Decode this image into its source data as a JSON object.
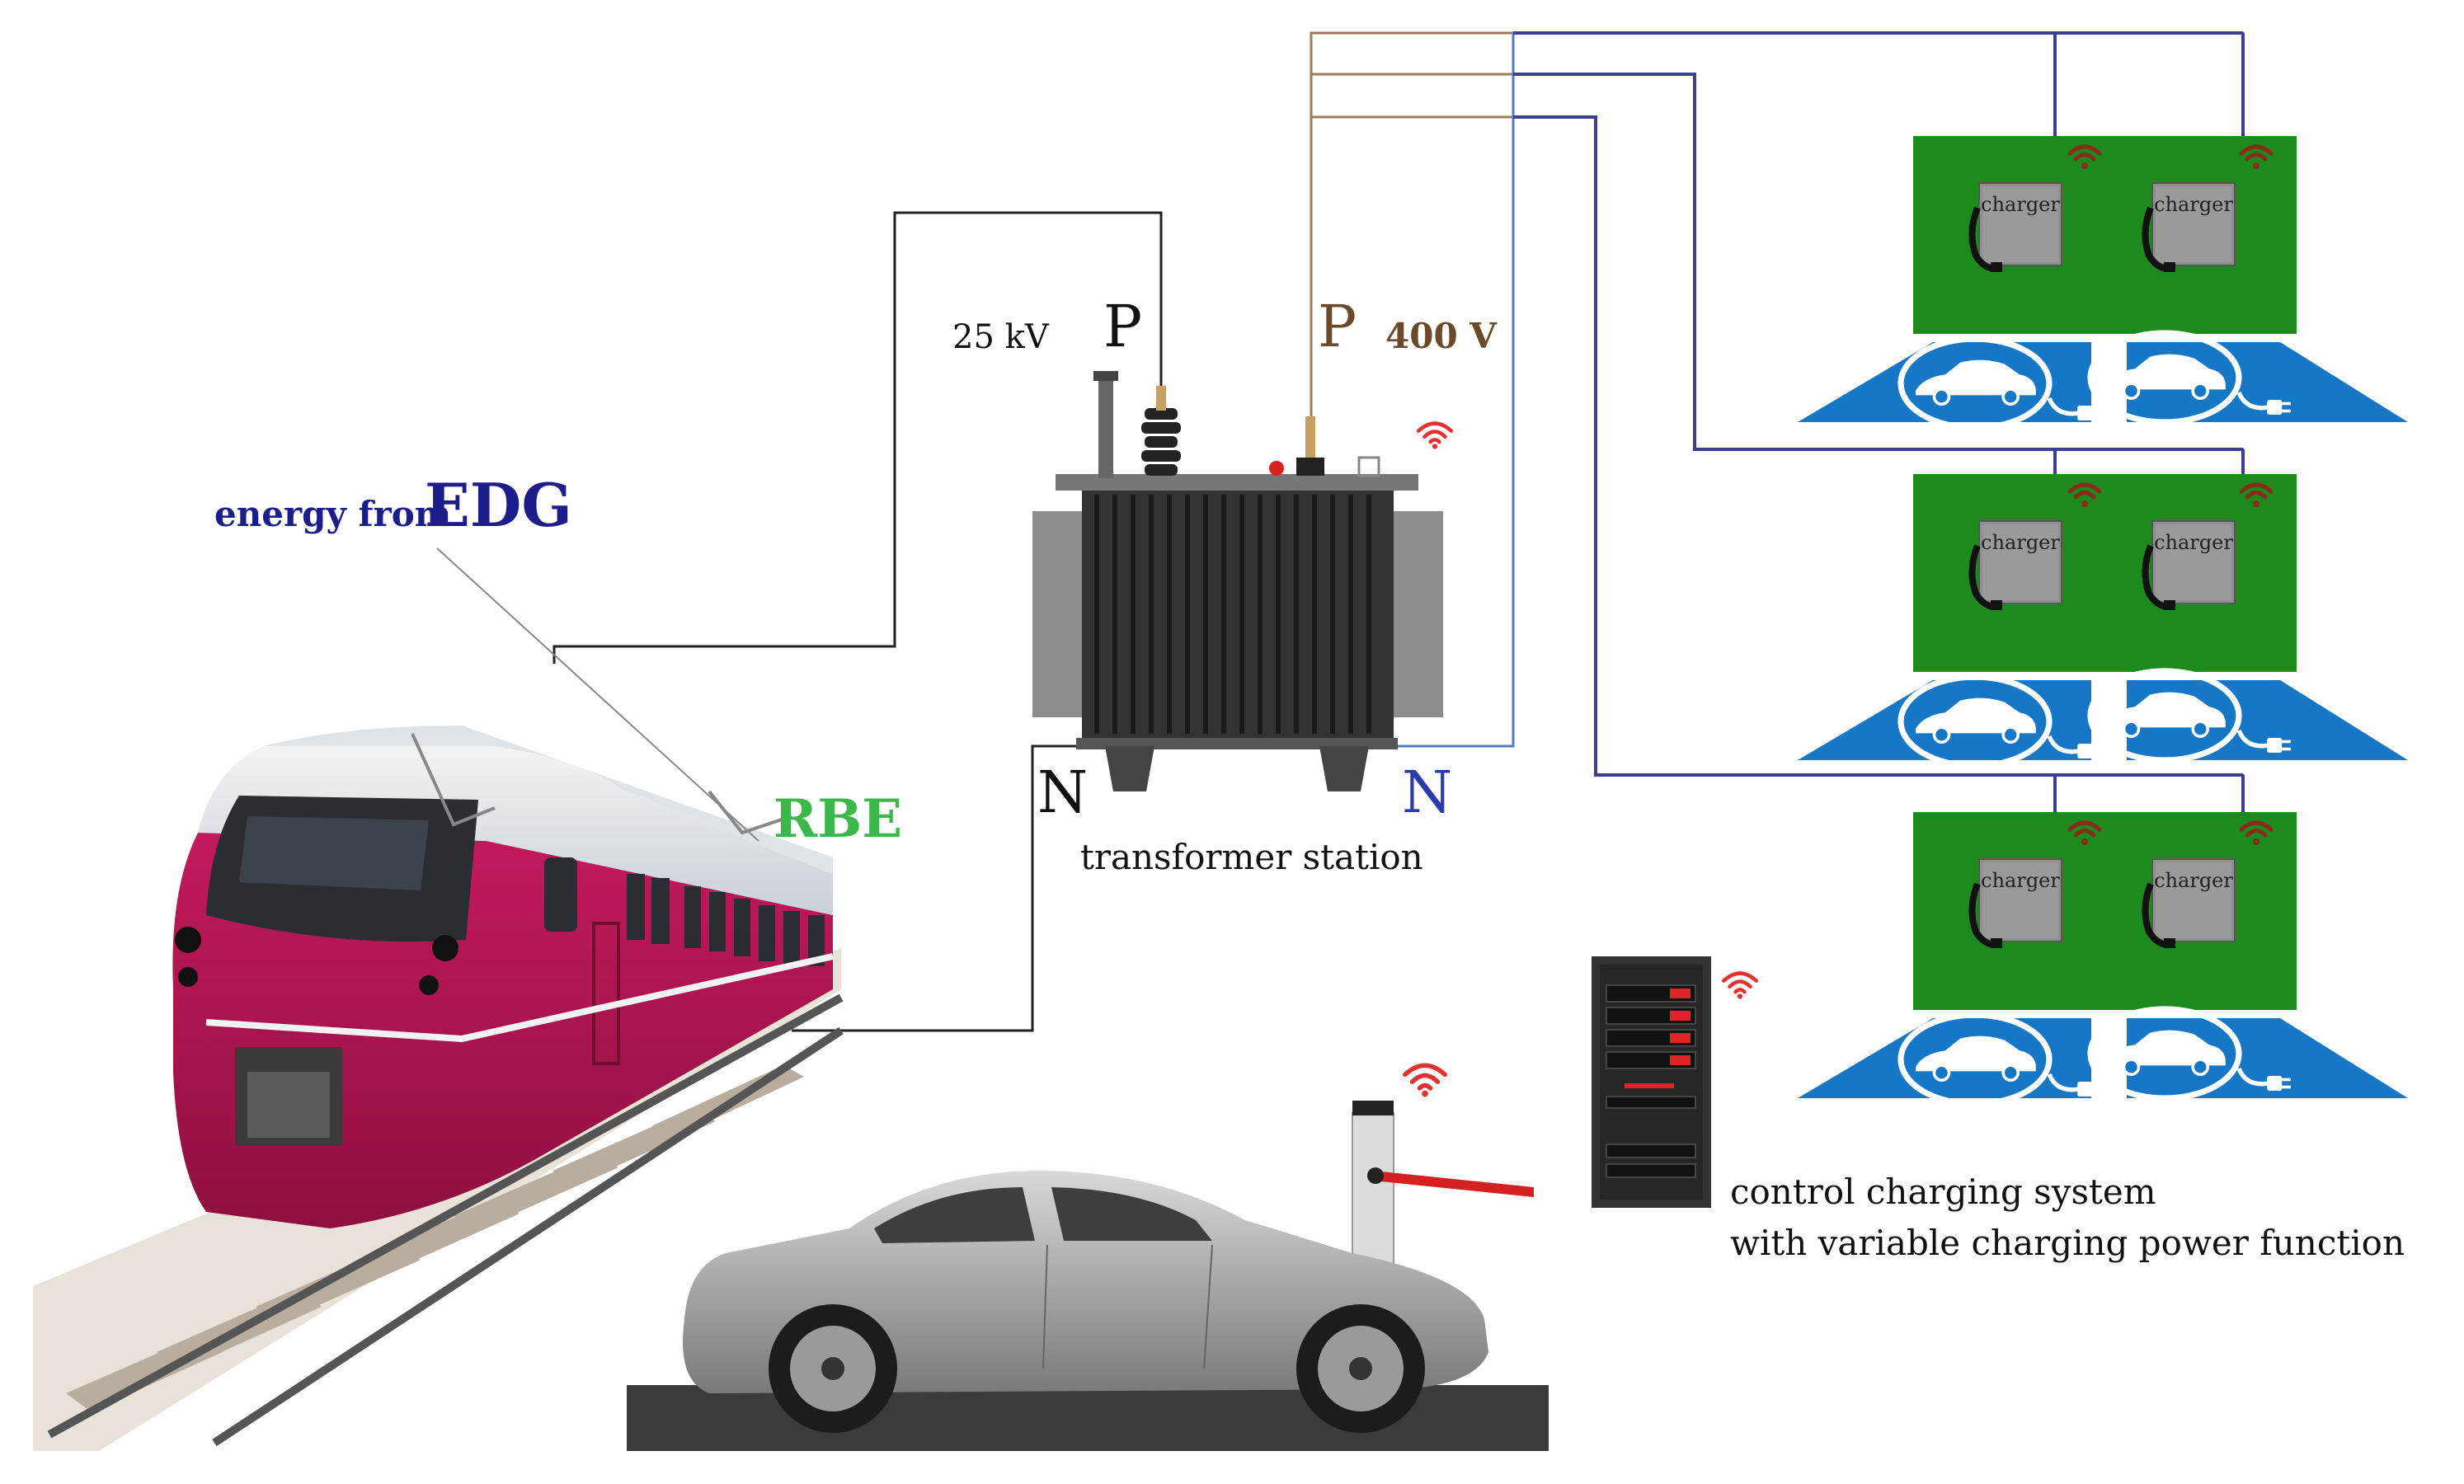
{
  "labels": {
    "energy_from": "energy from",
    "edg": "EDG",
    "rbe": "RBE",
    "high_voltage": "25 kV",
    "low_voltage": "400 V",
    "p_high": "P",
    "p_low": "P",
    "n_left": "N",
    "n_right": "N",
    "transformer": "transformer station",
    "charger": "charger",
    "control_line1": "control charging system",
    "control_line2": "with variable charging power function"
  },
  "colors": {
    "edg_text": "#1c1c8a",
    "rbe_text": "#3cb84a",
    "p_low_text": "#6b4a2a",
    "n_right_text": "#2a3aa8",
    "cable_dark": "#222222",
    "cable_brown": "#a07858",
    "cable_blue": "#3a3f8f",
    "cable_light_blue": "#5577cc",
    "station_green": "#1d8a1d",
    "parking_blue": "#1577c6",
    "train_red": "#b01450",
    "wifi_red": "#e53030"
  },
  "icons": [
    "wifi-icon",
    "car-plug-icon",
    "barrier-icon",
    "server-rack-icon"
  ]
}
